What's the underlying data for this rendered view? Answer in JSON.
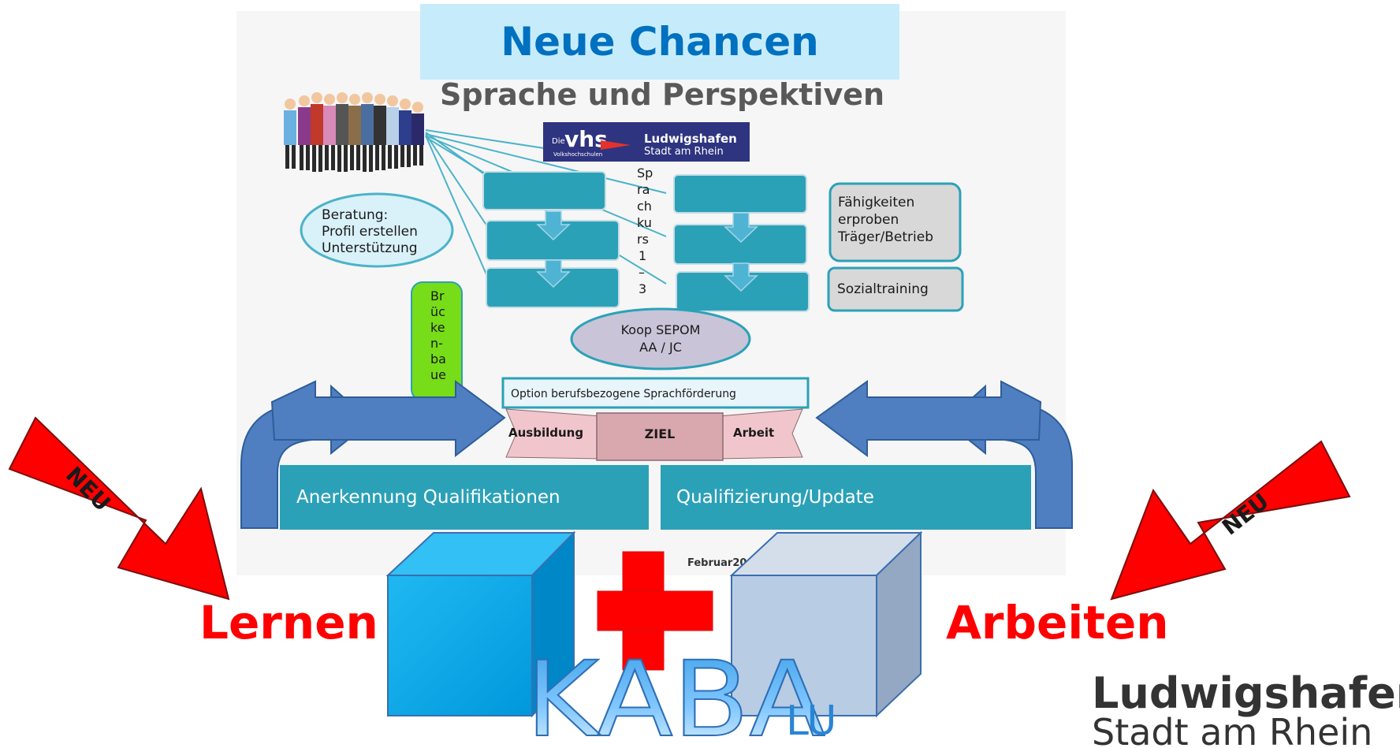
{
  "header": {
    "title": "Neue Chancen",
    "subtitle": "Sprache und Perspektiven"
  },
  "vhs": {
    "logo_text": "vhs",
    "logo_prefix": "Die",
    "logo_sub": "Volkshochschulen",
    "city": "Ludwigshafen",
    "city_sub": "Stadt am Rhein"
  },
  "sprachkurs": [
    "Sp",
    "ra",
    "ch",
    "ku",
    "rs",
    "1",
    "–",
    "3"
  ],
  "beratung": [
    "Beratung:",
    "Profil erstellen",
    "Unterstützung"
  ],
  "faehigkeiten": [
    "Fähigkeiten",
    "erproben",
    "Träger/Betrieb"
  ],
  "sozialtraining": "Sozialtraining",
  "brueckenbau": [
    "Br",
    "üc",
    "ke",
    "n-",
    "ba",
    "ue"
  ],
  "koop": [
    "Koop SEPOM",
    "AA  /  JC"
  ],
  "option": "Option berufsbezogene Sprachförderung",
  "goal": {
    "left": "Ausbildung",
    "center": "ZIEL",
    "right": "Arbeit"
  },
  "bars": {
    "left": "Anerkennung  Qualifikationen",
    "right": "Qualifizierung/Update"
  },
  "date_fragment": "Februar20",
  "arrows": {
    "left_label": "NEU",
    "right_label": "NEU"
  },
  "bottom": {
    "left_word": "Lernen",
    "right_word": "Arbeiten",
    "brand": "KABA",
    "brand_sub": "LU"
  },
  "city_logo": {
    "name": "Ludwigshafen",
    "sub": "Stadt am Rhein"
  },
  "colors": {
    "title_blue": "#0070c0",
    "title_bg": "#c6ecfb",
    "teal": "#2ba1b8",
    "arrow_blue": "#4f7fc0",
    "red": "#ff0000",
    "green": "#76dd18",
    "cube_cyan": "#00adee",
    "cube_grey": "#b8cce4"
  }
}
